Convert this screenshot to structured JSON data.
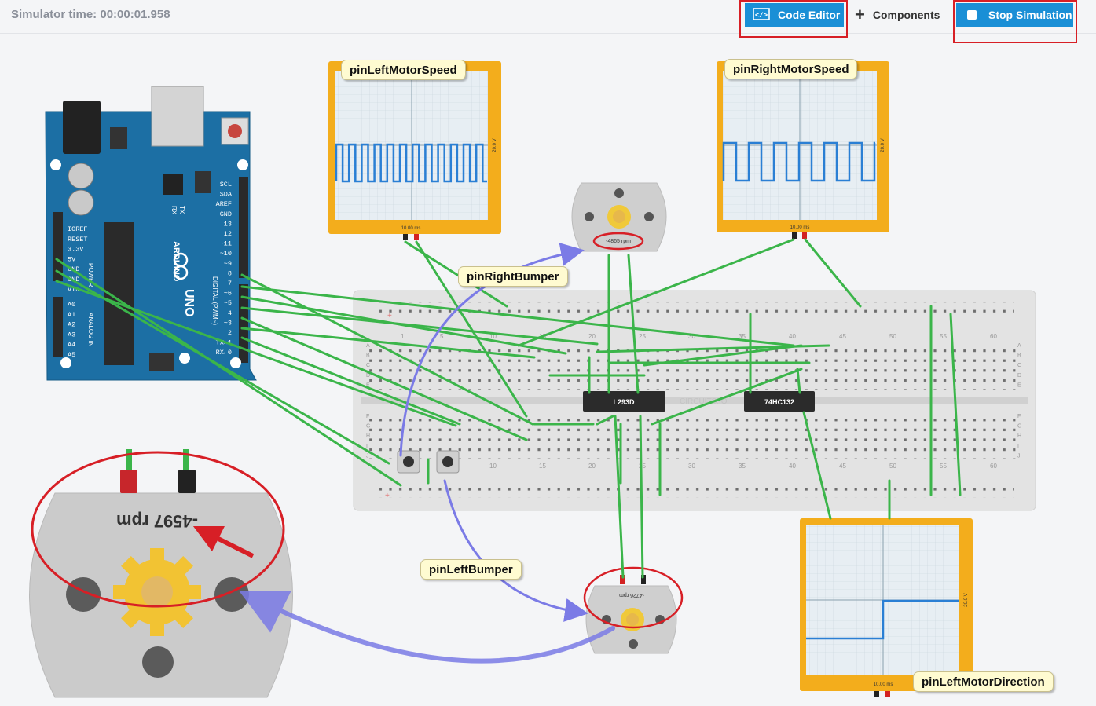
{
  "toolbar": {
    "sim_time": "Simulator time: 00:00:01.958",
    "code_editor": "Code Editor",
    "components": "Components",
    "stop_simulation": "Stop Simulation"
  },
  "arduino": {
    "brand": "ARDUINO",
    "model": "UNO",
    "power_labels": [
      "IOREF",
      "RESET",
      "3.3V",
      "5V",
      "GND",
      "GND",
      "VIN"
    ],
    "power_title": "POWER",
    "analog_labels": [
      "A0",
      "A1",
      "A2",
      "A3",
      "A4",
      "A5"
    ],
    "analog_title": "ANALOG IN",
    "digital_labels": [
      "SCL",
      "SDA",
      "AREF",
      "GND",
      "13",
      "12",
      "~11",
      "~10",
      "~9",
      "8",
      "7",
      "~6",
      "~5",
      "4",
      "~3",
      "2",
      "TX→1",
      "RX←0"
    ],
    "digital_title": "DIGITAL (PWM~)",
    "rx_tx": [
      "RX",
      "TX"
    ]
  },
  "scopes": {
    "left_speed": {
      "label": "pinLeftMotorSpeed",
      "time": "10.00 ms",
      "volt": "20.0 V"
    },
    "right_speed": {
      "label": "pinRightMotorSpeed",
      "time": "10.00 ms",
      "volt": "20.0 V"
    },
    "left_dir": {
      "label": "pinLeftMotorDirection",
      "time": "10.00 ms",
      "volt": "20.0 V"
    }
  },
  "motors": {
    "right_rpm": "-4865 rpm",
    "left_rpm": "-4726 rpm",
    "zoom_rpm": "-4597 rpm"
  },
  "labels": {
    "right_bumper": "pinRightBumper",
    "left_bumper": "pinLeftBumper"
  },
  "chips": {
    "driver": "L293D",
    "nand": "74HC132"
  },
  "breadboard": {
    "col_numbers": [
      "1",
      "5",
      "10",
      "15",
      "20",
      "25",
      "30",
      "35",
      "40",
      "45",
      "50",
      "55",
      "60"
    ],
    "rows_top": [
      "A",
      "B",
      "C",
      "D",
      "E"
    ],
    "rows_bottom": [
      "F",
      "G",
      "H",
      "I",
      "J"
    ],
    "watermark": "CIRCUITS.IO"
  },
  "colors": {
    "toolbar_blue": "#1a8fd6",
    "highlight_red": "#d71f26",
    "wire_green": "#3bb54a",
    "wire_blue": "#7b7be6",
    "arduino_blue": "#1c6fa4",
    "scope_frame": "#f3ad1c",
    "trace_blue": "#2a7fd4"
  }
}
